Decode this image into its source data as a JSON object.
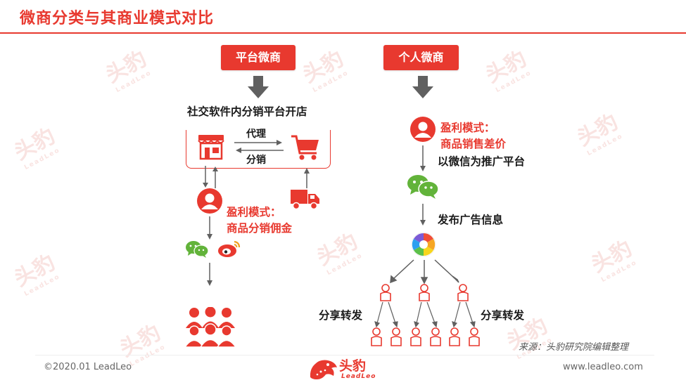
{
  "header": {
    "title": "微商分类与其商业模式对比"
  },
  "left": {
    "category": "平台微商",
    "subtitle": "社交软件内分销平台开店",
    "arrow_top": "代理",
    "arrow_bottom": "分销",
    "profit_line1": "盈利模式：",
    "profit_line2": "商品分销佣金"
  },
  "right": {
    "category": "个人微商",
    "profit_line1": "盈利模式：",
    "profit_line2": "商品销售差价",
    "promo": "以微信为推广平台",
    "publish": "发布广告信息",
    "share_left": "分享转发",
    "share_right": "分享转发"
  },
  "source": "来源：头豹研究院编辑整理",
  "footer": {
    "copyright": "©2020.01 LeadLeo",
    "logo_cn": "头豹",
    "logo_en": "LeadLeo",
    "url": "www.leadleo.com"
  },
  "watermark": {
    "cn": "头豹",
    "en": "LeadLeo"
  },
  "colors": {
    "accent": "#e8392f",
    "arrow_gray": "#606060",
    "wechat_green": "#62b33a"
  }
}
